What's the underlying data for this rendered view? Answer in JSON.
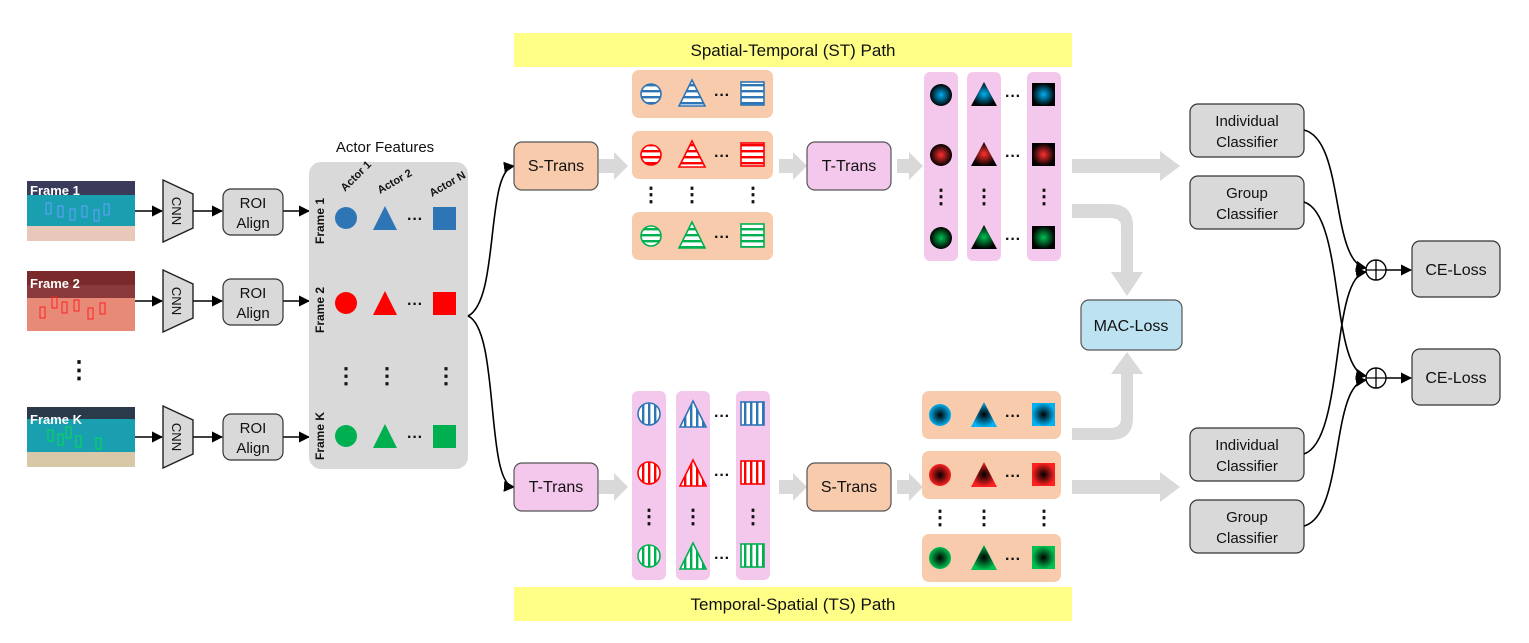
{
  "frames": {
    "labels": [
      "Frame 1",
      "Frame 2",
      "Frame K"
    ],
    "cnn_label": "CNN",
    "roi_line1": "ROI",
    "roi_line2": "Align",
    "ellipsis": "⋮"
  },
  "actor_features": {
    "title": "Actor Features",
    "actor_labels": [
      "Actor 1",
      "Actor 2",
      "Actor N"
    ],
    "frame_labels": [
      "Frame 1",
      "Frame 2",
      "Frame K"
    ]
  },
  "paths": {
    "st_banner": "Spatial-Temporal (ST) Path",
    "ts_banner": "Temporal-Spatial (TS) Path",
    "s_trans": "S-Trans",
    "t_trans": "T-Trans"
  },
  "heads": {
    "individual_line1": "Individual",
    "group_line1": "Group",
    "classifier_line2": "Classifier",
    "mac_loss": "MAC-Loss",
    "ce_loss": "CE-Loss"
  },
  "colors": {
    "blue": "#2e75b6",
    "red": "#ff0000",
    "green": "#00b050",
    "gray_box": "#d9d9d9",
    "orange_panel": "#f8cbad",
    "pink_panel": "#f4c8ec",
    "yellow_banner": "#ffff88",
    "mac_box": "#bde3f2",
    "arrow_gray": "#d9d9d9"
  }
}
